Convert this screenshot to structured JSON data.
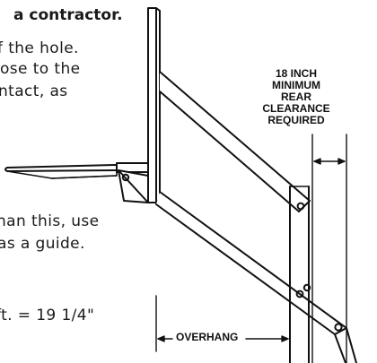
{
  "text_fragments": [
    "a contractor.",
    "f the hole.",
    "ose to the",
    "ntact, as",
    "han this, use",
    "as a guide.",
    "ft. = 19 1/4\""
  ],
  "clearance_label": [
    "18 INCH",
    "MINIMUM",
    "REAR",
    "CLEARANCE",
    "REQUIRED"
  ],
  "overhang_label": "OVERHANG"
}
